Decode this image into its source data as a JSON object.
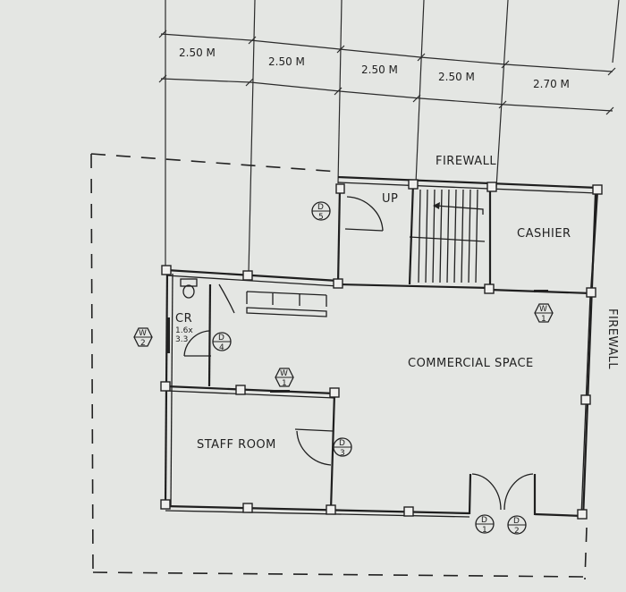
{
  "dimensions": [
    "2.50 M",
    "2.50 M",
    "2.50 M",
    "2.50 M",
    "2.70 M"
  ],
  "rooms": {
    "firewall_top": "FIREWALL",
    "firewall_right": "FIREWALL",
    "up": "UP",
    "cashier": "CASHIER",
    "commercial": "COMMERCIAL SPACE",
    "staff": "STAFF ROOM",
    "cr": "CR",
    "cr_size_1": "1.6x",
    "cr_size_2": "3.3"
  },
  "door_tags": {
    "d5": {
      "top": "D",
      "bottom": "5"
    },
    "d4": {
      "top": "D",
      "bottom": "4"
    },
    "d3": {
      "top": "D",
      "bottom": "3"
    },
    "d1": {
      "top": "D",
      "bottom": "1"
    },
    "d2": {
      "top": "D",
      "bottom": "2"
    }
  },
  "window_tags": {
    "w1": {
      "top": "W",
      "bottom": "1"
    },
    "w2": {
      "top": "W",
      "bottom": "2"
    },
    "w3": {
      "top": "W",
      "bottom": "1"
    }
  }
}
